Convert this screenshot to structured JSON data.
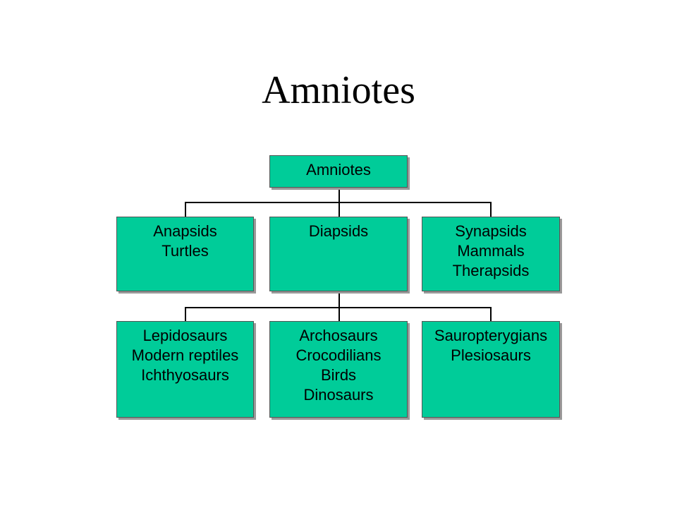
{
  "title": "Amniotes",
  "root": {
    "lines": [
      "Amniotes"
    ]
  },
  "level2": [
    {
      "lines": [
        "Anapsids",
        "Turtles"
      ]
    },
    {
      "lines": [
        "Diapsids"
      ]
    },
    {
      "lines": [
        "Synapsids",
        "Mammals",
        "Therapsids"
      ]
    }
  ],
  "level3": [
    {
      "lines": [
        "Lepidosaurs",
        "Modern reptiles",
        "Ichthyosaurs"
      ]
    },
    {
      "lines": [
        "Archosaurs",
        "Crocodilians",
        "Birds",
        "Dinosaurs"
      ]
    },
    {
      "lines": [
        "Sauropterygians",
        "Plesiosaurs"
      ]
    }
  ],
  "colors": {
    "node_fill": "#00cc99",
    "node_border": "#555555",
    "connector": "#000000"
  }
}
